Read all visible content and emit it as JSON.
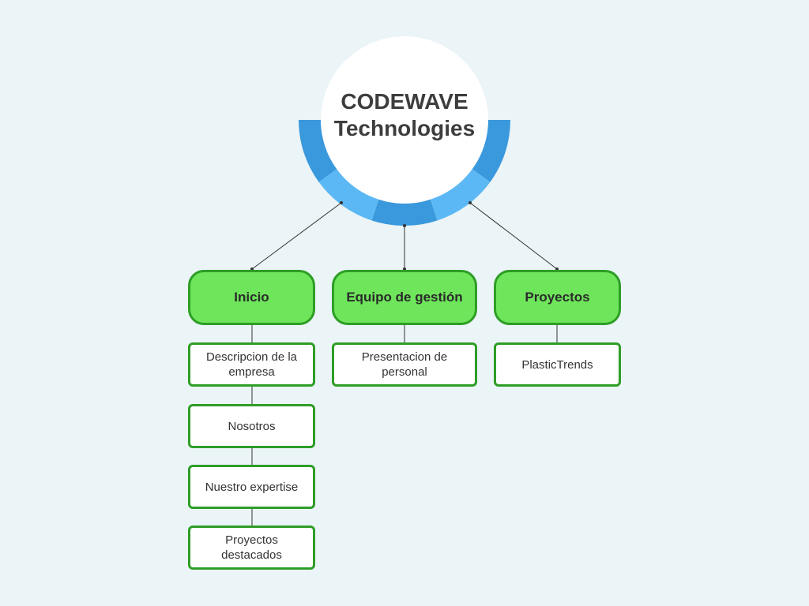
{
  "hub": {
    "title_line1": "CODEWAVE",
    "title_line2": "Technologies",
    "ring_colors": [
      "#3a98dc",
      "#5bb8f5"
    ]
  },
  "branches": [
    {
      "label": "Inicio",
      "children": [
        "Descripcion de la empresa",
        "Nosotros",
        "Nuestro expertise",
        "Proyectos destacados"
      ]
    },
    {
      "label": "Equipo de gestión",
      "children": [
        "Presentacion de personal"
      ]
    },
    {
      "label": "Proyectos",
      "children": [
        "PlasticTrends"
      ]
    }
  ],
  "colors": {
    "background": "#ebf4f7",
    "node_fill": "#6ee55b",
    "node_border": "#2e9e26",
    "connector": "#333333"
  }
}
